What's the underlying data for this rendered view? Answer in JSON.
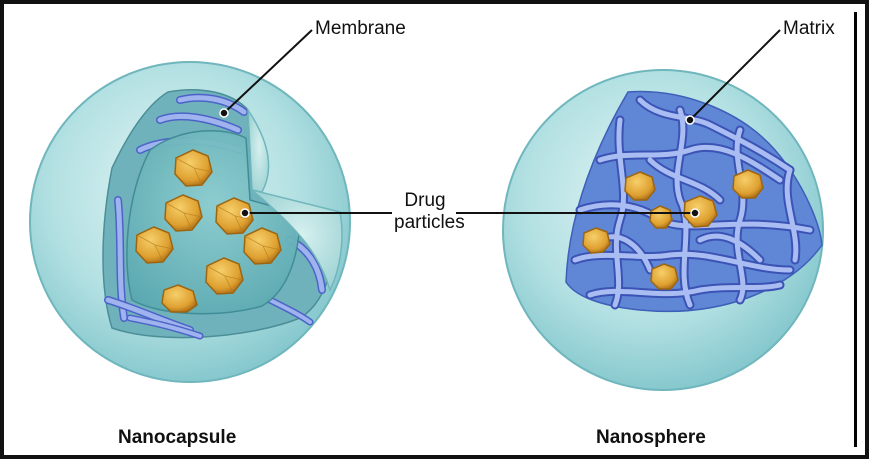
{
  "labels": {
    "membrane": "Membrane",
    "matrix": "Matrix",
    "drug_line1": "Drug",
    "drug_line2": "particles"
  },
  "titles": {
    "left": "Nanocapsule",
    "right": "Nanosphere"
  },
  "colors": {
    "shell": "#a9dcde",
    "shell_edge": "#7fc0c6",
    "tube": "#8ea6ea",
    "tube_edge": "#4d63c8",
    "particle": "#e2a431",
    "particle_edge": "#9c6512",
    "outline": "#111111"
  }
}
